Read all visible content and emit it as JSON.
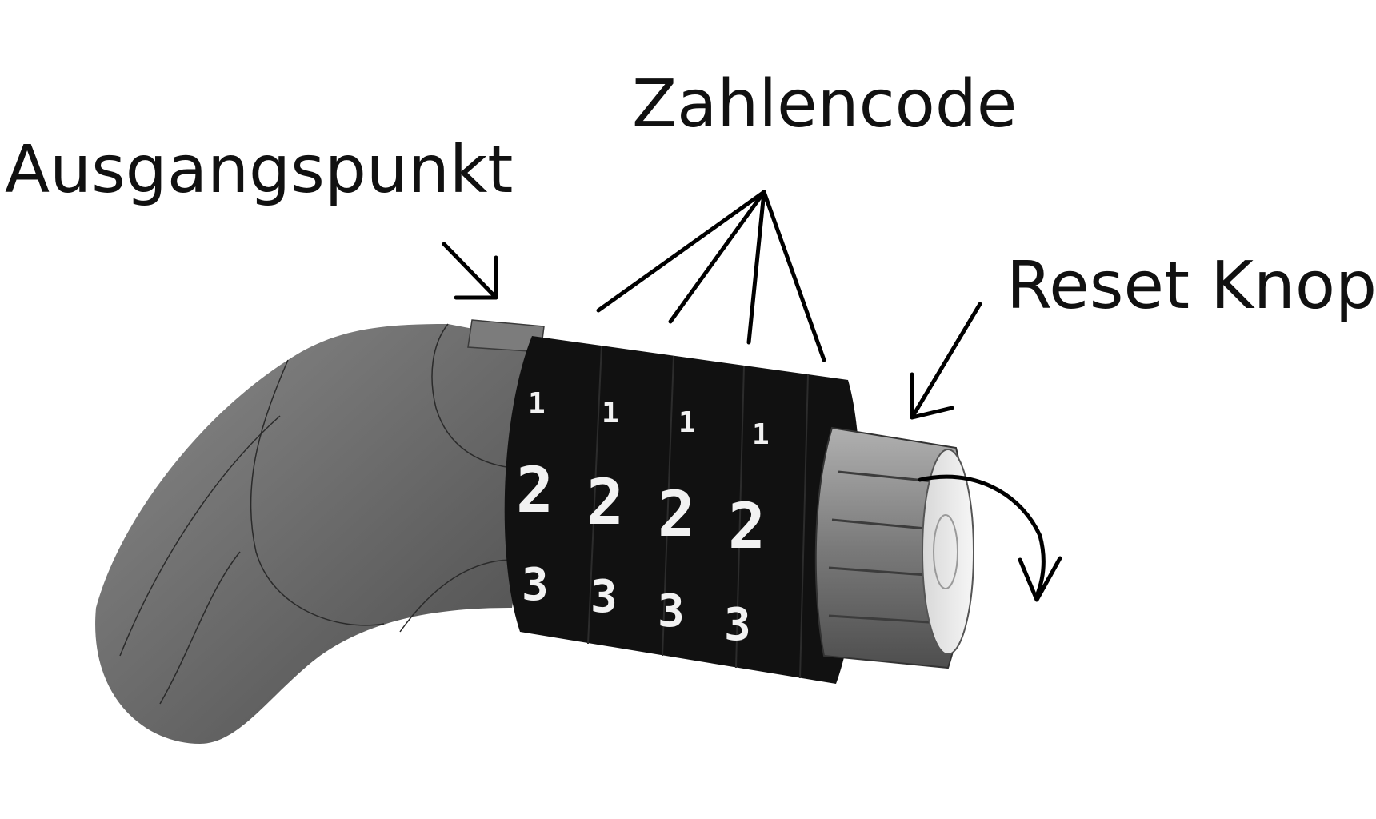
{
  "labels": {
    "start_point": "Ausgangspunkt",
    "number_code": "Zahlencode",
    "reset_button": "Reset Knopf"
  },
  "dials": [
    {
      "digits": [
        "1",
        "2",
        "3"
      ]
    },
    {
      "digits": [
        "1",
        "2",
        "3"
      ]
    },
    {
      "digits": [
        "1",
        "2",
        "3"
      ]
    },
    {
      "digits": [
        "1",
        "2",
        "3"
      ]
    }
  ],
  "colors": {
    "background": "#ffffff",
    "lock_body": "#6e6e6e",
    "dial_band": "#111111",
    "dial_digits": "#f2f2f2",
    "reset_knob": "#8a8a8a",
    "arrows": "#000000"
  }
}
